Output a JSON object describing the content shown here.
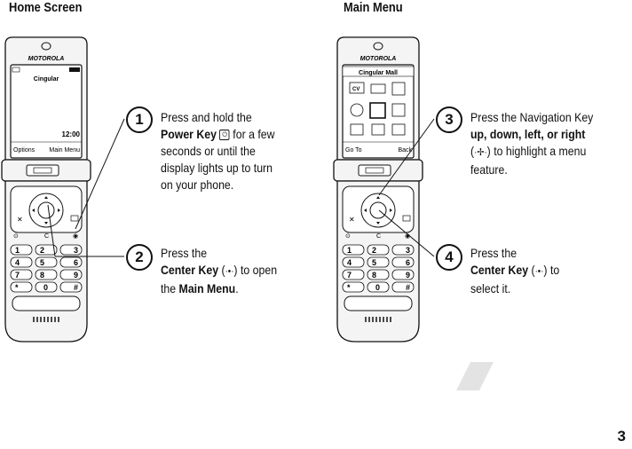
{
  "headings": {
    "home": "Home Screen",
    "menu": "Main Menu"
  },
  "home_phone": {
    "brand": "MOTOROLA",
    "carrier": "Cingular",
    "time": "12:00",
    "softkey_left": "Options",
    "softkey_right": "Main Menu"
  },
  "menu_phone": {
    "brand": "MOTOROLA",
    "title": "Cingular Mall",
    "softkey_left": "Go To",
    "softkey_right": "Back",
    "icons": [
      "cingular-video-icon",
      "messages-icon",
      "games-apps-icon",
      "web-access-icon",
      "settings-icon",
      "music-icon",
      "recent-calls-icon",
      "address-book-icon",
      "tools-icon"
    ]
  },
  "keypad": {
    "keys": [
      "1",
      "2",
      "3",
      "4",
      "5",
      "6",
      "7",
      "8",
      "9",
      "*",
      "0",
      "#"
    ]
  },
  "steps": [
    {
      "num": "1",
      "t1": "Press and hold the",
      "b1": "Power Key",
      "t2": " for a few seconds or until the display lights up to turn on your phone."
    },
    {
      "num": "2",
      "t1": "Press the",
      "b1": "Center Key",
      "sym": "·•·",
      "t2": ") to open the ",
      "b2": "Main Menu",
      "t3": "."
    },
    {
      "num": "3",
      "t1": "Press the Navigation Key ",
      "b1": "up, down, left, or right",
      "sym": "·✢·",
      "t2": ") to highlight a menu feature."
    },
    {
      "num": "4",
      "t1": "Press the",
      "b1": "Center Key",
      "sym": "·•·",
      "t2": ")  to select it."
    }
  ],
  "page_number": "3",
  "colors": {
    "ink": "#111111",
    "phone_body": "#f4f4f4",
    "decor_gray": "#e3e3e3"
  }
}
